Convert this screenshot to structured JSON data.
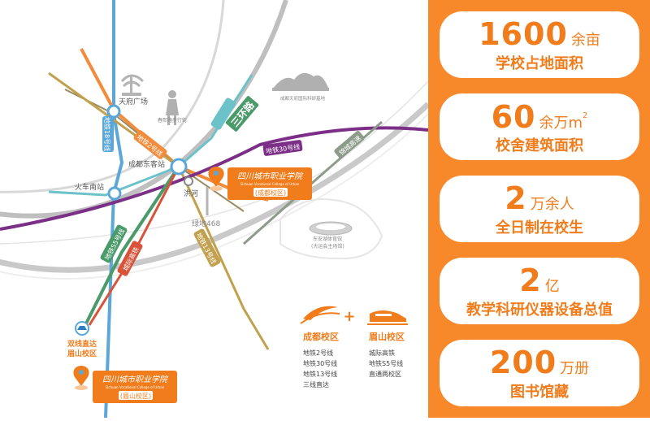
{
  "map": {
    "ring_road_label": "三环路",
    "metro_lines": {
      "line2": "地铁2号线",
      "line18": "地铁18号线",
      "line30": "地铁30号线",
      "line13": "地铁13号线",
      "green_line": "地铁S5号线",
      "red_line": "城际高铁",
      "express": "锦城高速"
    },
    "stations": {
      "tianfu": "天府广场",
      "chunxi": "春熙路步行街",
      "chengdu_east": "成都东客站",
      "train_south": "火车南站",
      "honghe": "洪河",
      "lvdi": "绿地468",
      "stadium_line1": "东安湖体育馆",
      "stadium_line2": "(大运会主场馆)",
      "museum": "成都天府国际科研基地"
    },
    "campus_chengdu": {
      "logo_text": "四川城市职业学院",
      "logo_subtitle": "Sichuan Vocational College of Urban",
      "tag": "(成都校区)"
    },
    "campus_meishan": {
      "logo_text": "四川城市职业学院",
      "logo_subtitle": "Sichuan Vocational College of Urban",
      "tag": "(眉山校区)",
      "caption1": "双线直达",
      "caption2": "眉山校区"
    },
    "legend": {
      "plus": "+",
      "chengdu_title": "成都校区",
      "chengdu_items": [
        "地铁2号线",
        "地铁30号线",
        "地铁13号线",
        "三线直达"
      ],
      "meishan_title": "眉山校区",
      "meishan_items": [
        "城际高铁",
        "地铁S5号线",
        "直通两校区"
      ]
    },
    "colors": {
      "orange": "#f07c1c",
      "line2": "#f28b3c",
      "line18": "#5aa7d8",
      "line30": "#7b2f86",
      "line13": "#c2a14e",
      "green": "#4a9a6a",
      "red": "#d9533a",
      "express": "#8d9c8a",
      "ring": "#c7c7c7"
    }
  },
  "stats": [
    {
      "value": "1600",
      "unit": "余亩",
      "sup": "",
      "desc": "学校占地面积"
    },
    {
      "value": "60",
      "unit": "余万m",
      "sup": "2",
      "desc": "校舍建筑面积"
    },
    {
      "value": "2",
      "unit": "万余人",
      "sup": "",
      "desc": "全日制在校生"
    },
    {
      "value": "2",
      "unit": "亿",
      "sup": "",
      "desc": "教学科研仪器设备总值"
    },
    {
      "value": "200",
      "unit": "万册",
      "sup": "",
      "desc": "图书馆藏"
    }
  ]
}
